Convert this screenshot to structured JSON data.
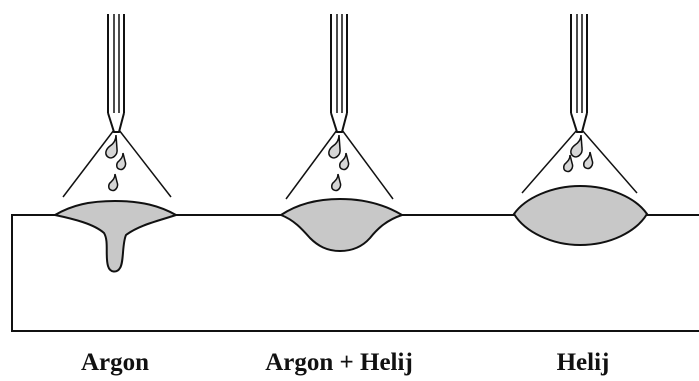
{
  "colors": {
    "stroke": "#111111",
    "weld_fill": "#c8c8c8",
    "background": "#ffffff"
  },
  "captions": {
    "argon": "Argon",
    "argon_helium": "Argon + Helij",
    "helium": "Helij"
  }
}
